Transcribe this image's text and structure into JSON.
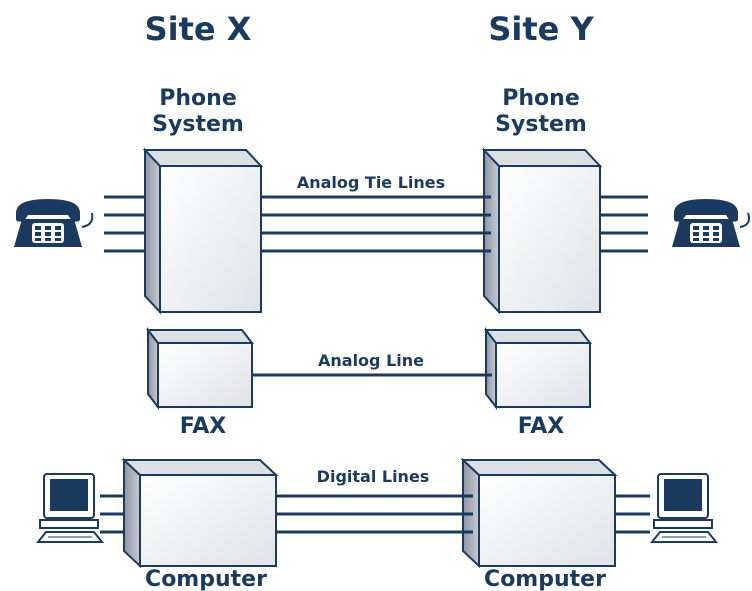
{
  "sites": {
    "x": "Site X",
    "y": "Site Y"
  },
  "phone": {
    "x": [
      "Phone",
      "System"
    ],
    "y": [
      "Phone",
      "System"
    ],
    "link": "Analog Tie Lines"
  },
  "fax": {
    "x": "FAX",
    "y": "FAX",
    "link": "Analog Line"
  },
  "computer": {
    "x": "Computer",
    "y": "Computer",
    "link": "Digital Lines"
  },
  "colors": {
    "ink": "#1b3a5f",
    "box_face": "#f1f2f5",
    "box_side": "#b3b8c2",
    "box_top": "#dcdfe4",
    "screen": "#1b3a5f"
  },
  "icons": {
    "phone_left": "telephone-icon",
    "phone_right": "telephone-icon",
    "computer_left": "desktop-computer-icon",
    "computer_right": "desktop-computer-icon"
  }
}
